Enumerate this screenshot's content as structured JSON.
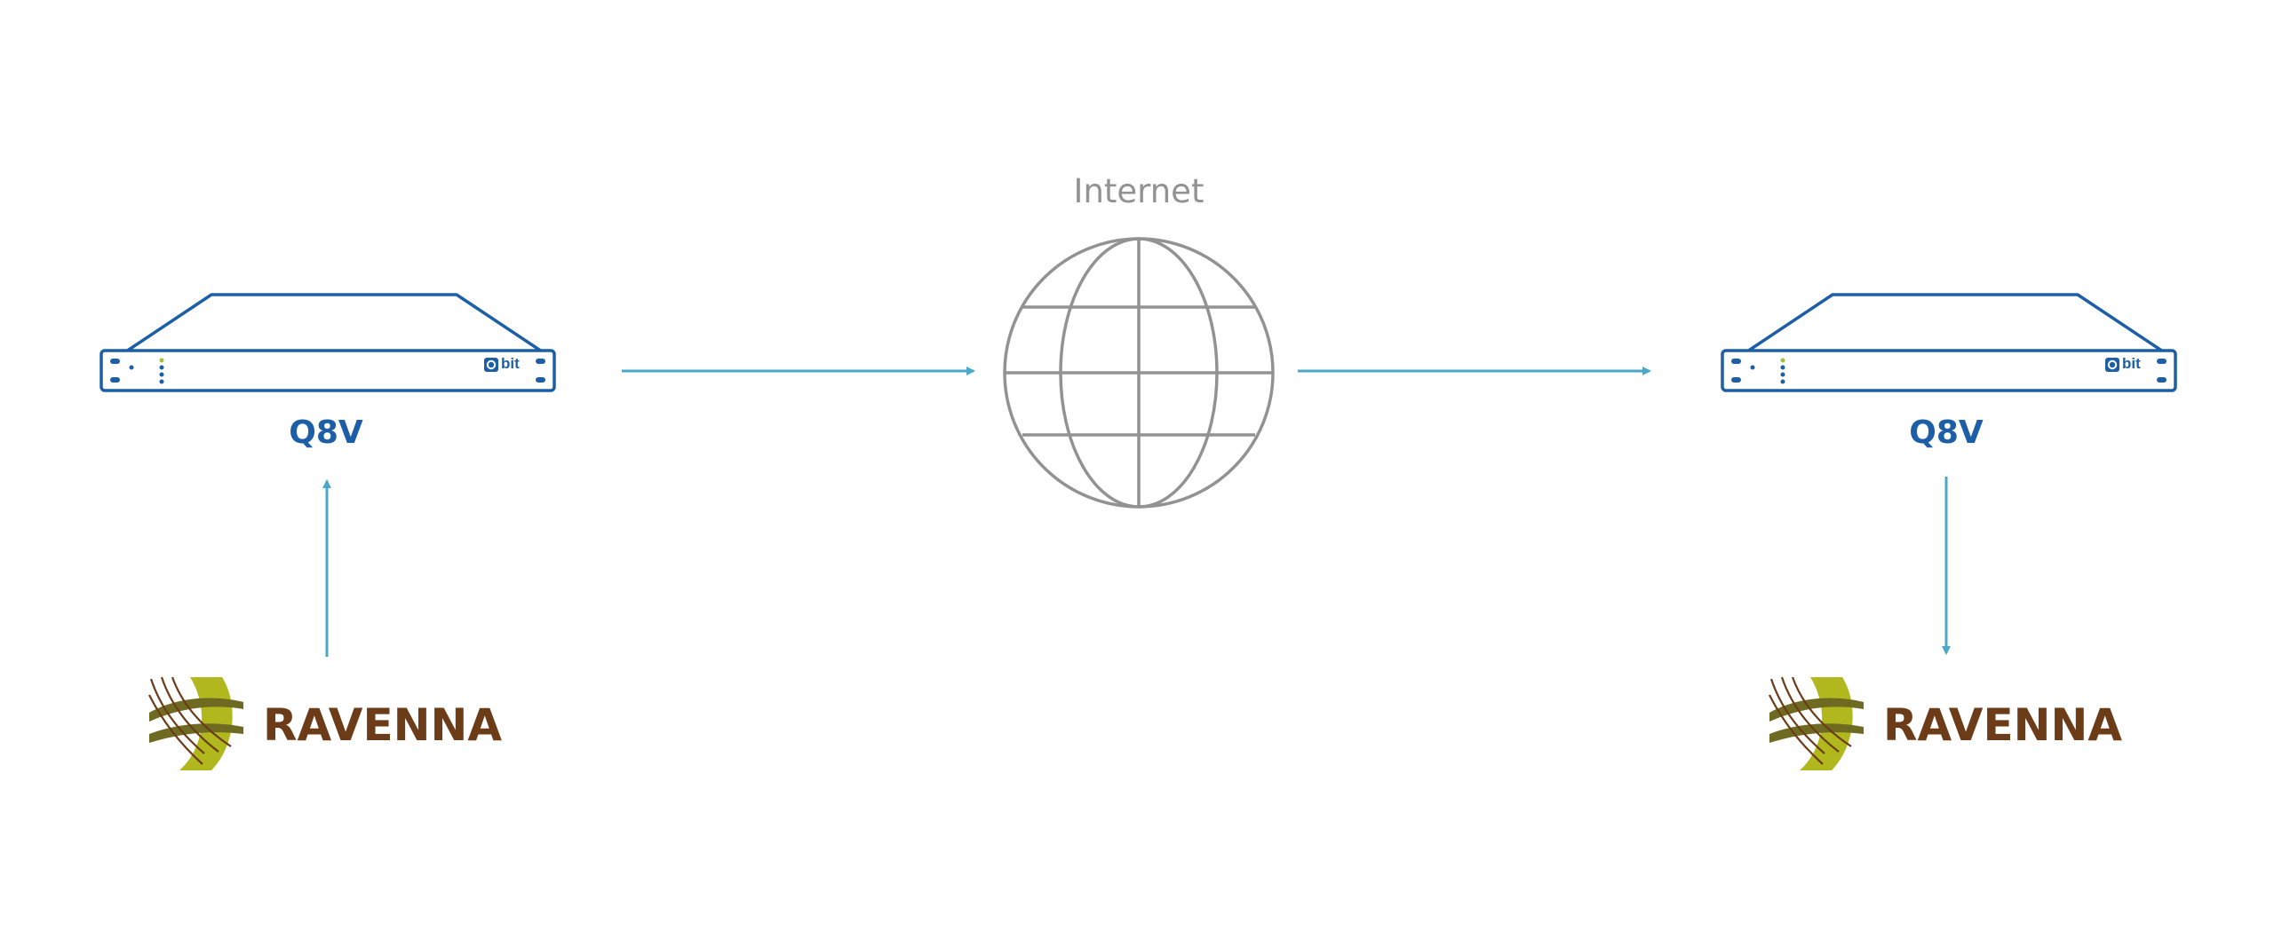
{
  "internet": {
    "label": "Internet"
  },
  "devices": [
    {
      "label": "Q8V",
      "logo_text": "bit"
    },
    {
      "label": "Q8V",
      "logo_text": "bit"
    }
  ],
  "brands": [
    {
      "name": "RAVENNA"
    },
    {
      "name": "RAVENNA"
    }
  ],
  "colors": {
    "device_blue": "#1d5fa6",
    "arrow": "#4aa9c9",
    "globe_gray": "#929292",
    "brand_brown": "#6b3c17",
    "brand_olive": "#b0b81e",
    "brand_dark_olive": "#6f6a22"
  }
}
